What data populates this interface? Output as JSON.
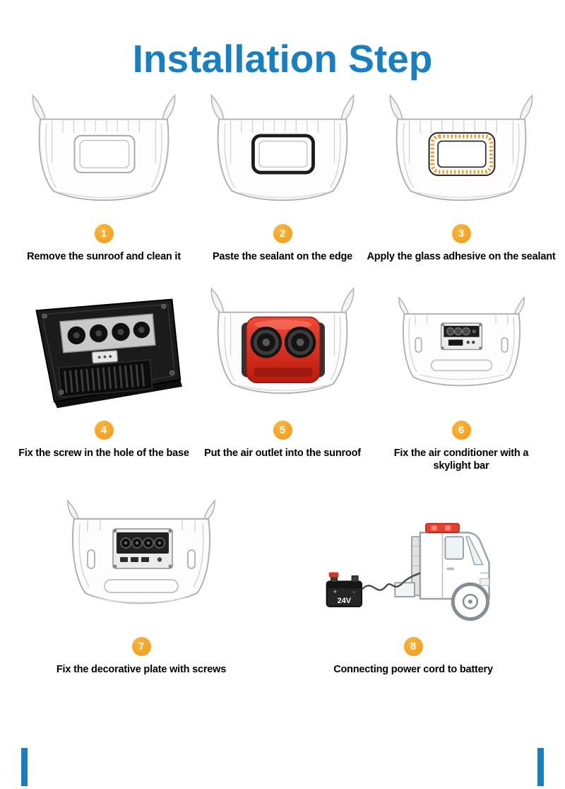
{
  "colors": {
    "title_blue": "#187fc3",
    "badge_orange": "#f29b13"
  },
  "title": "Installation Step",
  "steps": [
    {
      "number": "1",
      "caption": "Remove the sunroof and clean it"
    },
    {
      "number": "2",
      "caption": "Paste the sealant on the edge"
    },
    {
      "number": "3",
      "caption": "Apply the glass adhesive on the sealant"
    },
    {
      "number": "4",
      "caption": "Fix the screw in the hole of the base"
    },
    {
      "number": "5",
      "caption": "Put the air outlet into the sunroof"
    },
    {
      "number": "6",
      "caption": "Fix the air conditioner with a skylight bar"
    },
    {
      "number": "7",
      "caption": "Fix the decorative plate with screws"
    },
    {
      "number": "8",
      "caption": "Connecting power cord to battery"
    }
  ],
  "battery": {
    "voltage": "24V",
    "plus": "+",
    "minus": "-"
  }
}
